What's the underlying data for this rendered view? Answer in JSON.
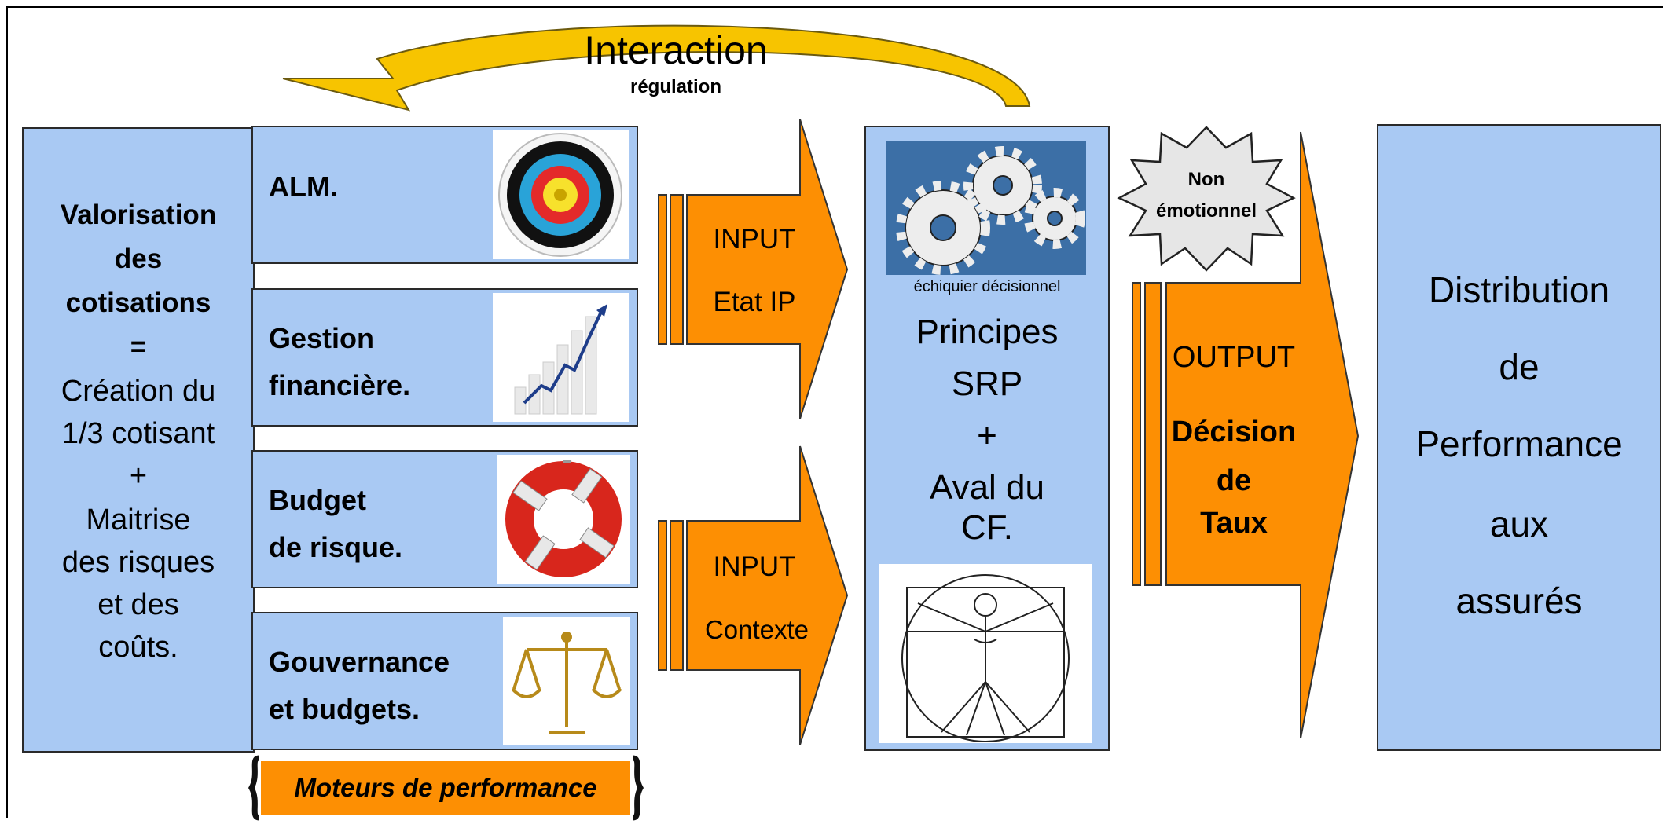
{
  "interaction": {
    "title": "Interaction",
    "subtitle": "régulation"
  },
  "left_box": {
    "line1": "Valorisation",
    "line2": "des",
    "line3": "cotisations",
    "line4": "=",
    "line5": "Création du",
    "line6": "1/3 cotisant",
    "line7": "+",
    "line8": "Maitrise",
    "line9": "des risques",
    "line10": "et des",
    "line11": "coûts."
  },
  "engines": [
    {
      "line1": "ALM.",
      "line2": "",
      "icon": "target-icon"
    },
    {
      "line1": "Gestion",
      "line2": "financière.",
      "icon": "growth-chart-icon"
    },
    {
      "line1": "Budget",
      "line2": "de risque.",
      "icon": "lifebuoy-icon"
    },
    {
      "line1": "Gouvernance",
      "line2": "et budgets.",
      "icon": "scales-icon"
    }
  ],
  "engines_caption": "Moteurs de performance",
  "input_top": {
    "line1": "INPUT",
    "line2": "Etat IP"
  },
  "input_bottom": {
    "line1": "INPUT",
    "line2": "Contexte"
  },
  "center_box": {
    "caption": "échiquier décisionnel",
    "line1": "Principes",
    "line2": "SRP",
    "line3": "+",
    "line4": "Aval du",
    "line5": "CF.",
    "icons": [
      "gears-icon",
      "vitruvian-man-icon"
    ]
  },
  "burst": {
    "line1": "Non",
    "line2": "émotionnel"
  },
  "output": {
    "line1": "OUTPUT",
    "line2": "Décision",
    "line3": "de",
    "line4": "Taux"
  },
  "right_box": {
    "line1": "Distribution",
    "line2": "de",
    "line3": "Performance",
    "line4": "aux",
    "line5": "assurés"
  },
  "colors": {
    "box_fill": "#a9c9f3",
    "arrow_fill": "#fd8f03",
    "interaction_arrow": "#f7c400"
  }
}
